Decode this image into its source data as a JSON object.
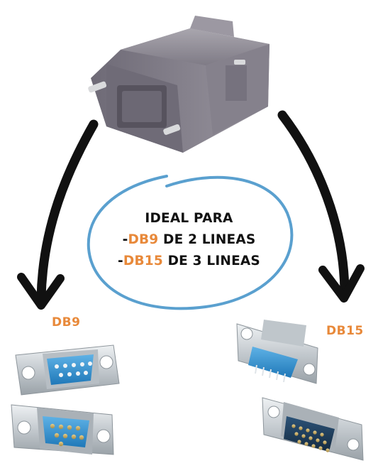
{
  "colors": {
    "accent": "#e8893a",
    "text": "#111111",
    "ring": "#5aa0cf",
    "arrow": "#111111",
    "housing": "#8e8a94",
    "shell_metal": "#c9cfd4",
    "insert_blue": "#2e8fd0",
    "insert_navy": "#1e3b5a"
  },
  "caption": {
    "line1": "IDEAL PARA",
    "line2_prefix": "-",
    "line2_highlight": "DB9",
    "line2_rest": " DE 2 LINEAS",
    "line3_prefix": "-",
    "line3_highlight": "DB15",
    "line3_rest": " DE 3 LINEAS"
  },
  "labels": {
    "left": "DB9",
    "right": "DB15"
  }
}
